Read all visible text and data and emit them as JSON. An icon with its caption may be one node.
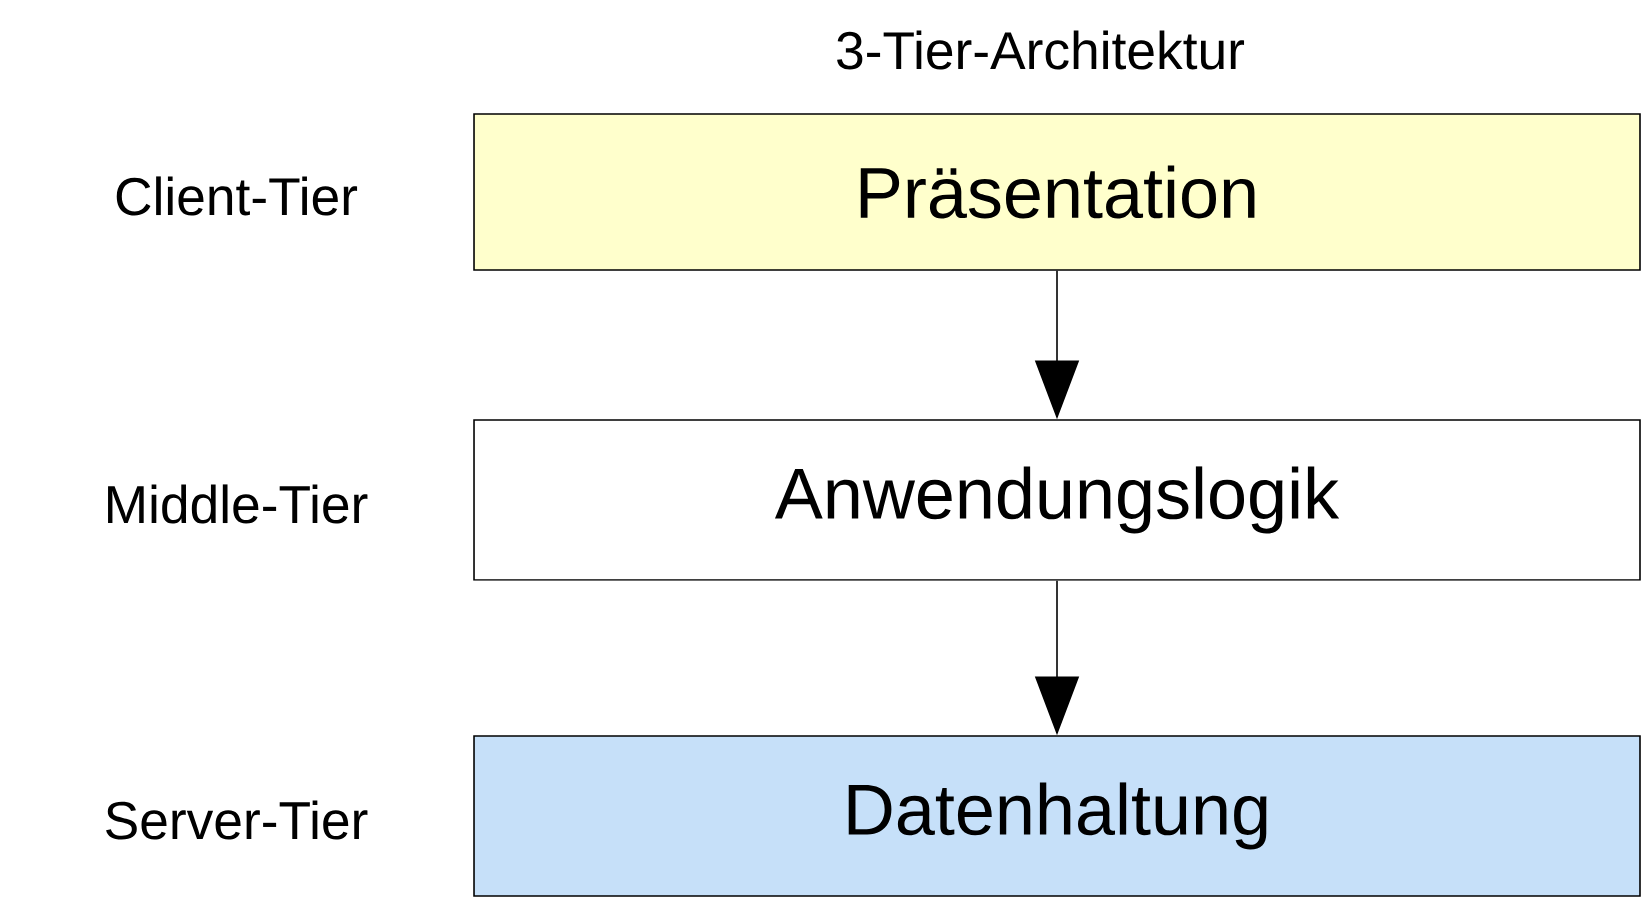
{
  "diagram": {
    "title": "3-Tier-Architektur",
    "nodes": [
      {
        "text": [
          "Präsentation"
        ],
        "beside": [
          "Client-Tier"
        ]
      },
      {
        "text": [
          "Anwendungslogik"
        ],
        "beside": [
          "Middle-Tier"
        ]
      },
      {
        "text": [
          "Datenhaltung"
        ],
        "beside": [
          "Server-Tier"
        ]
      }
    ],
    "edges": [
      {
        "from": 0,
        "to": 1,
        "arrow": "to"
      },
      {
        "from": 1,
        "to": 2,
        "arrow": "to"
      }
    ]
  }
}
